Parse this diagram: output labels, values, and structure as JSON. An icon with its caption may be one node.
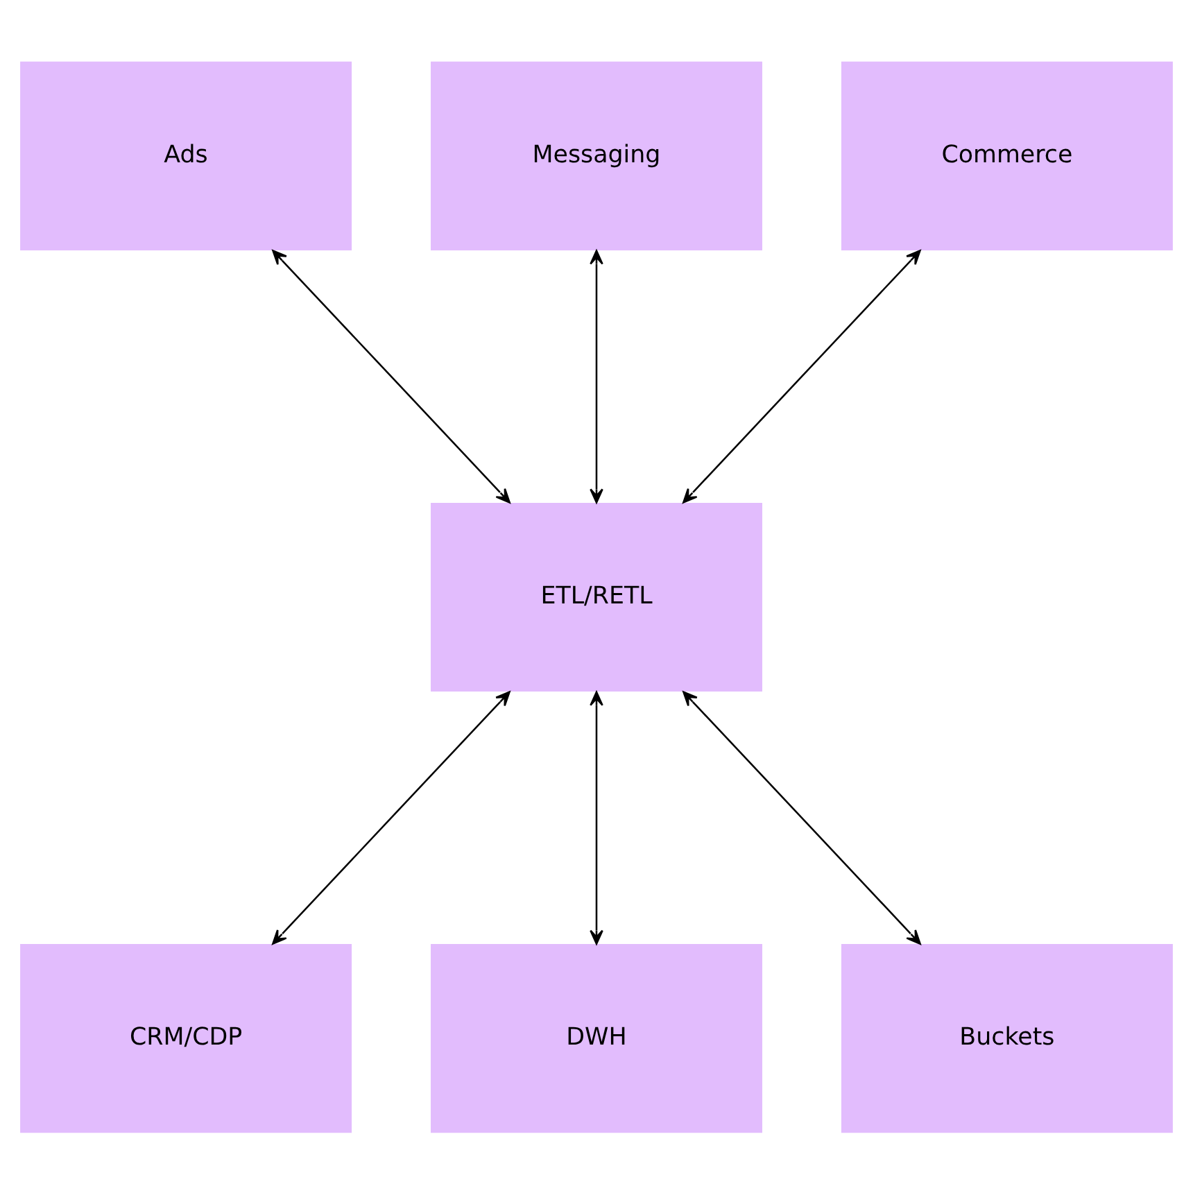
{
  "diagram": {
    "nodes": [
      {
        "text": [
          "Ads"
        ]
      },
      {
        "text": [
          "Messaging"
        ]
      },
      {
        "text": [
          "Commerce"
        ]
      },
      {
        "text": [
          "ETL/RETL"
        ]
      },
      {
        "text": [
          "CRM/CDP"
        ]
      },
      {
        "text": [
          "DWH"
        ]
      },
      {
        "text": [
          "Buckets"
        ]
      }
    ],
    "edges": [
      {
        "from": 0,
        "to": 3,
        "arrow": "both"
      },
      {
        "from": 1,
        "to": 3,
        "arrow": "both"
      },
      {
        "from": 2,
        "to": 3,
        "arrow": "both"
      },
      {
        "from": 3,
        "to": 4,
        "arrow": "both"
      },
      {
        "from": 3,
        "to": 5,
        "arrow": "both"
      },
      {
        "from": 3,
        "to": 6,
        "arrow": "both"
      }
    ]
  }
}
